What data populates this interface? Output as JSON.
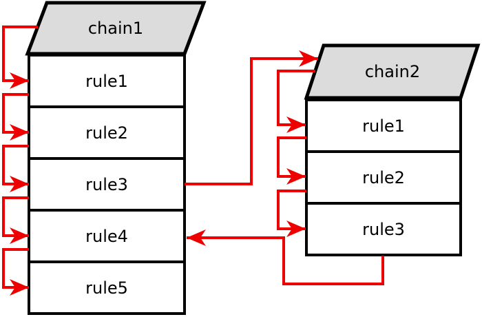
{
  "colors": {
    "arrow_red": "#ee0000",
    "chain_header_fill": "#dcdcdc",
    "rule_box_fill": "#ffffff",
    "outline_black": "#000000"
  },
  "chains": [
    {
      "name": "chain1",
      "rules": [
        "rule1",
        "rule2",
        "rule3",
        "rule4",
        "rule5"
      ]
    },
    {
      "name": "chain2",
      "rules": [
        "rule1",
        "rule2",
        "rule3"
      ]
    }
  ],
  "connections": [
    {
      "from": "chain1 header",
      "to": "chain1 rule1"
    },
    {
      "from": "chain1 rule1",
      "to": "chain1 rule2"
    },
    {
      "from": "chain1 rule2",
      "to": "chain1 rule3"
    },
    {
      "from": "chain1 rule3",
      "to": "chain1 rule4"
    },
    {
      "from": "chain1 rule4",
      "to": "chain1 rule5"
    },
    {
      "from": "chain1 rule3",
      "to": "chain2 header",
      "kind": "jump"
    },
    {
      "from": "chain2 header",
      "to": "chain2 rule1"
    },
    {
      "from": "chain2 rule1",
      "to": "chain2 rule2"
    },
    {
      "from": "chain2 rule2",
      "to": "chain2 rule3"
    },
    {
      "from": "chain2 rule3",
      "to": "chain1 rule4",
      "kind": "return"
    }
  ]
}
